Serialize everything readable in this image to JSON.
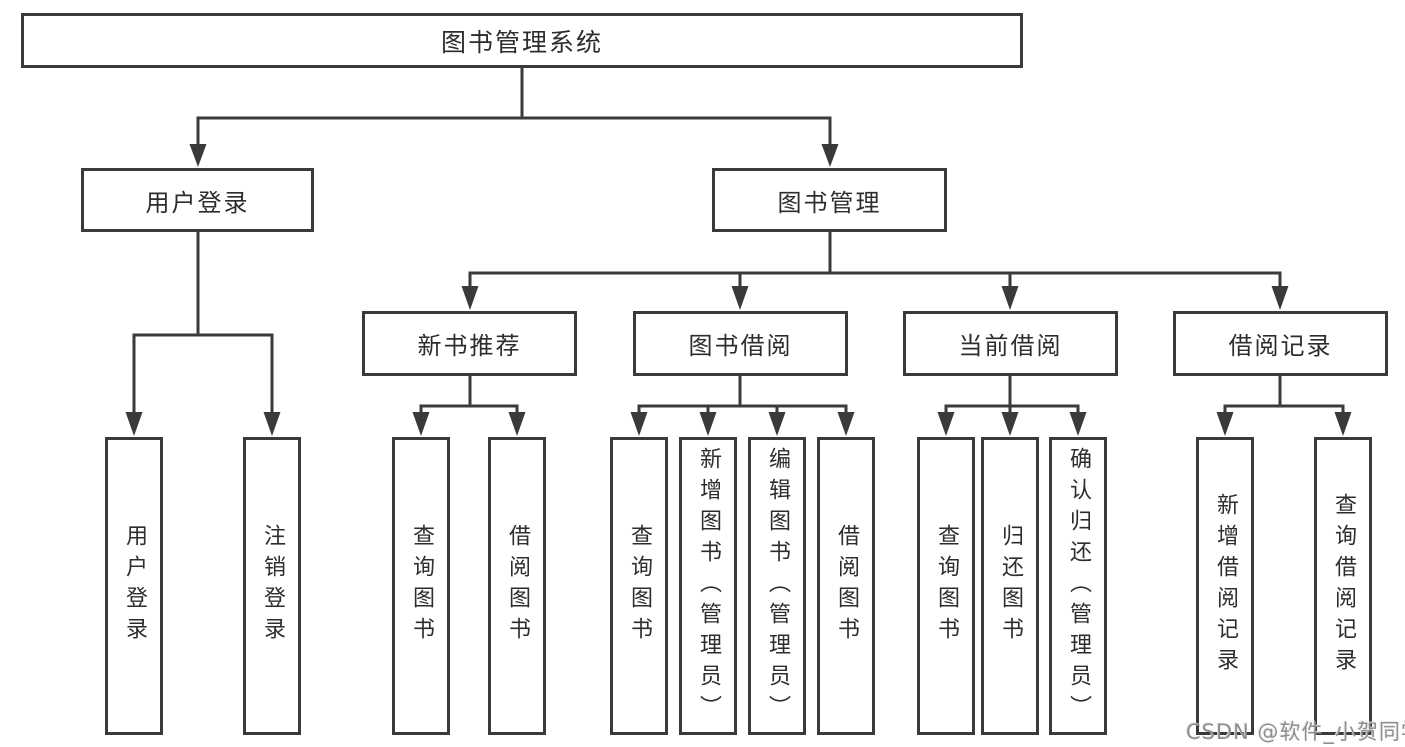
{
  "diagram": {
    "title": "图书管理系统",
    "root": {
      "label": "图书管理系统"
    },
    "level2": [
      {
        "label": "用户登录"
      },
      {
        "label": "图书管理"
      }
    ],
    "level3": [
      {
        "label": "新书推荐"
      },
      {
        "label": "图书借阅"
      },
      {
        "label": "当前借阅"
      },
      {
        "label": "借阅记录"
      }
    ],
    "leaves": {
      "user_login": [
        "用户登录",
        "注销登录"
      ],
      "new_book": [
        "查询图书",
        "借阅图书"
      ],
      "book_borrow": [
        "查询图书",
        "新增图书（管理员）",
        "编辑图书（管理员）",
        "借阅图书"
      ],
      "current_borrow": [
        "查询图书",
        "归还图书",
        "确认归还（管理员）"
      ],
      "borrow_record": [
        "新增借阅记录",
        "查询借阅记录"
      ]
    },
    "colors": {
      "line": "#3a3a3a",
      "box_fill": "#ffffff",
      "text": "#2d2d2d",
      "watermark": "#8f8f8f"
    }
  },
  "watermark": {
    "text": "CSDN @软件_小贺同学"
  }
}
